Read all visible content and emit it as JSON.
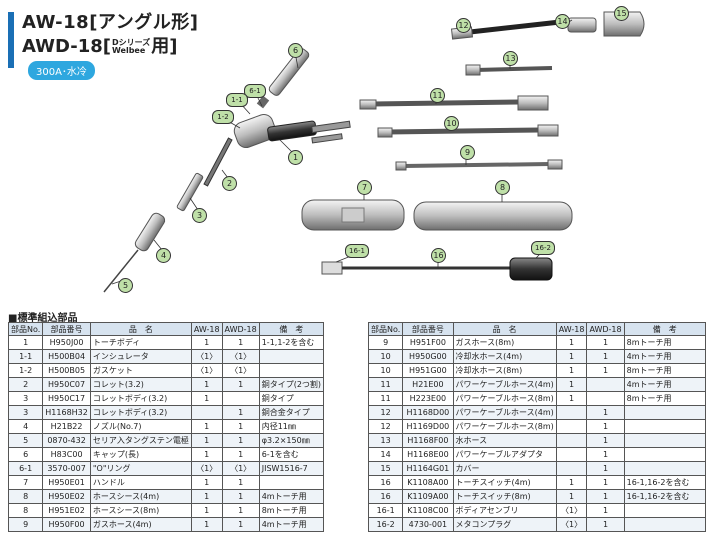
{
  "header": {
    "title_line1": "AW-18[アングル形]",
    "title_line2_a": "AWD-18[",
    "title_line2_small1": "Dシリーズ",
    "title_line2_small2": "Welbee",
    "title_line2_b": "用]",
    "badge": "300A･水冷"
  },
  "callouts": {
    "c1": "1",
    "c2": "2",
    "c3": "3",
    "c4": "4",
    "c5": "5",
    "c6": "6",
    "c6_1": "6-1",
    "c1_1": "1-1",
    "c1_2": "1-2",
    "c7": "7",
    "c8": "8",
    "c9": "9",
    "c10": "10",
    "c11": "11",
    "c12": "12",
    "c13": "13",
    "c14": "14",
    "c15": "15",
    "c16": "16",
    "c16_1": "16-1",
    "c16_2": "16-2"
  },
  "section": {
    "title": "■標準組込部品"
  },
  "table": {
    "headers": {
      "no": "部品No.",
      "part": "部品番号",
      "name": "品　名",
      "aw": "AW-18",
      "awd": "AWD-18",
      "remark": "備　考"
    },
    "left_rows": [
      [
        "1",
        "H950J00",
        "トーチボディ",
        "1",
        "1",
        "1-1,1-2を含む"
      ],
      [
        "1-1",
        "H500B04",
        "インシュレータ",
        "〈1〉",
        "〈1〉",
        ""
      ],
      [
        "1-2",
        "H500B05",
        "ガスケット",
        "〈1〉",
        "〈1〉",
        ""
      ],
      [
        "2",
        "H950C07",
        "コレット(3.2)",
        "1",
        "1",
        "銅タイプ(2つ割)"
      ],
      [
        "3",
        "H950C17",
        "コレットボディ(3.2)",
        "1",
        "",
        "銅タイプ"
      ],
      [
        "3",
        "H1168H32",
        "コレットボディ(3.2)",
        "",
        "1",
        "銅合金タイプ"
      ],
      [
        "4",
        "H21B22",
        "ノズル(No.7)",
        "1",
        "1",
        "内径11㎜"
      ],
      [
        "5",
        "0870-432",
        "セリア入タングステン電極",
        "1",
        "1",
        "φ3.2×150㎜"
      ],
      [
        "6",
        "H83C00",
        "キャップ(長)",
        "1",
        "1",
        "6-1を含む"
      ],
      [
        "6-1",
        "3570-007",
        "\"O\"リング",
        "〈1〉",
        "〈1〉",
        "JISW1516-7"
      ],
      [
        "7",
        "H950E01",
        "ハンドル",
        "1",
        "1",
        ""
      ],
      [
        "8",
        "H950E02",
        "ホースシース(4m)",
        "1",
        "1",
        "4mトーチ用"
      ],
      [
        "8",
        "H951E02",
        "ホースシース(8m)",
        "1",
        "1",
        "8mトーチ用"
      ],
      [
        "9",
        "H950F00",
        "ガスホース(4m)",
        "1",
        "1",
        "4mトーチ用"
      ]
    ],
    "right_rows": [
      [
        "9",
        "H951F00",
        "ガスホース(8m)",
        "1",
        "1",
        "8mトーチ用"
      ],
      [
        "10",
        "H950G00",
        "冷却水ホース(4m)",
        "1",
        "1",
        "4mトーチ用"
      ],
      [
        "10",
        "H951G00",
        "冷却水ホース(8m)",
        "1",
        "1",
        "8mトーチ用"
      ],
      [
        "11",
        "H21E00",
        "パワーケーブルホース(4m)",
        "1",
        "",
        "4mトーチ用"
      ],
      [
        "11",
        "H223E00",
        "パワーケーブルホース(8m)",
        "1",
        "",
        "8mトーチ用"
      ],
      [
        "12",
        "H1168D00",
        "パワーケーブルホース(4m)",
        "",
        "1",
        ""
      ],
      [
        "12",
        "H1169D00",
        "パワーケーブルホース(8m)",
        "",
        "1",
        ""
      ],
      [
        "13",
        "H1168F00",
        "水ホース",
        "",
        "1",
        ""
      ],
      [
        "14",
        "H1168E00",
        "パワーケーブルアダプタ",
        "",
        "1",
        ""
      ],
      [
        "15",
        "H1164G01",
        "カバー",
        "",
        "1",
        ""
      ],
      [
        "16",
        "K1108A00",
        "トーチスイッチ(4m)",
        "1",
        "1",
        "16-1,16-2を含む"
      ],
      [
        "16",
        "K1109A00",
        "トーチスイッチ(8m)",
        "1",
        "1",
        "16-1,16-2を含む"
      ],
      [
        "16-1",
        "K1108C00",
        "ボディアセンブリ",
        "〈1〉",
        "1",
        ""
      ],
      [
        "16-2",
        "4730-001",
        "メタコンプラグ",
        "〈1〉",
        "1",
        ""
      ]
    ]
  },
  "colors": {
    "accent_blue": "#1a6fb5",
    "badge_blue": "#2ea7df",
    "callout_fill": "#bfe0a8",
    "header_fill": "#d7e3ef"
  }
}
